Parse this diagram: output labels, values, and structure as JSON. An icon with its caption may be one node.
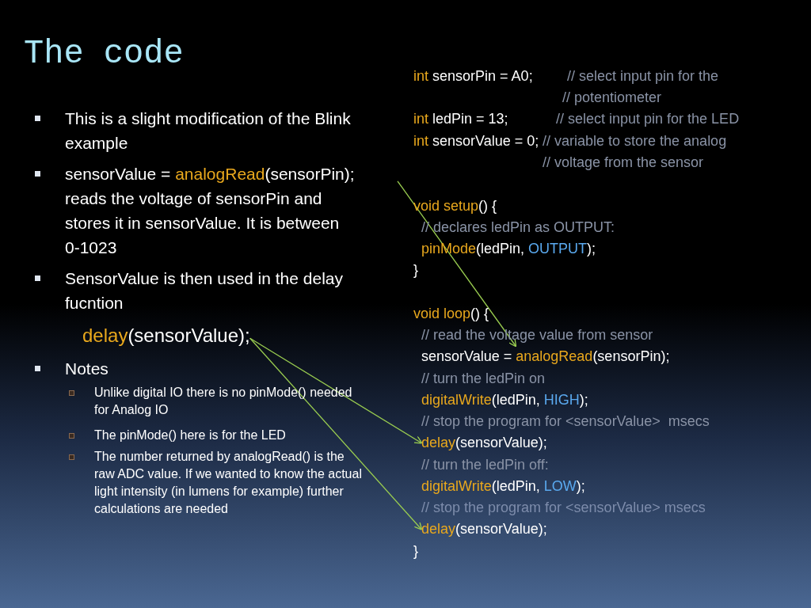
{
  "diagram": {
    "title": "The code",
    "nodes": [
      {
        "text": [
          "sensorValue =",
          "analogRead",
          "(sensorPin);",
          "reads the voltage of sensorPin and stores it in sensorValue. It is between 0-1023"
        ]
      },
      {
        "text": [
          "delay",
          "(sensorValue);"
        ]
      },
      {
        "text": [
          "sensorValue =",
          "analogRead",
          "(sensorPin);"
        ]
      },
      {
        "text": [
          "delay",
          "(sensorValue);"
        ]
      },
      {
        "text": [
          "delay",
          "(sensorValue);"
        ]
      }
    ],
    "edges": [
      {
        "from": 0,
        "to": 2,
        "arrow": "to"
      },
      {
        "from": 1,
        "to": 3,
        "arrow": "to"
      },
      {
        "from": 1,
        "to": 4,
        "arrow": "to"
      }
    ],
    "labels": [
      "This is a slight modification of the Blink example",
      "SensorValue is then used in the delay fucntion",
      "Notes",
      "Unlike digital IO there is no pinMode() needed for Analog IO",
      "The pinMode() here is for the LED",
      "The number returned by analogRead() is the raw ADC value. If we wanted to know the actual light intensity (in lumens for example) further calculations are needed",
      "int",
      "sensorPin = A0;",
      "// select input pin for the",
      "// potentiometer",
      "int",
      "ledPin = 13;",
      "// select input pin for the LED",
      "int",
      "sensorValue = 0;",
      "// variable to store the analog",
      "// voltage from the sensor",
      "void",
      "setup",
      "() {",
      "// declares ledPin as OUTPUT:",
      "pinMode",
      "(ledPin,",
      "OUTPUT",
      ");",
      "}",
      "void",
      "loop",
      "() {",
      "// read the voltage value from sensor",
      "// turn the ledPin on",
      "digitalWrite",
      "(ledPin,",
      "HIGH",
      ");",
      "// stop the program for <sensorValue>  msecs",
      "// turn the ledPin off:",
      "digitalWrite",
      "(ledPin,",
      "LOW",
      ");",
      "// stop the program for <sensorValue> msecs",
      "}"
    ]
  }
}
